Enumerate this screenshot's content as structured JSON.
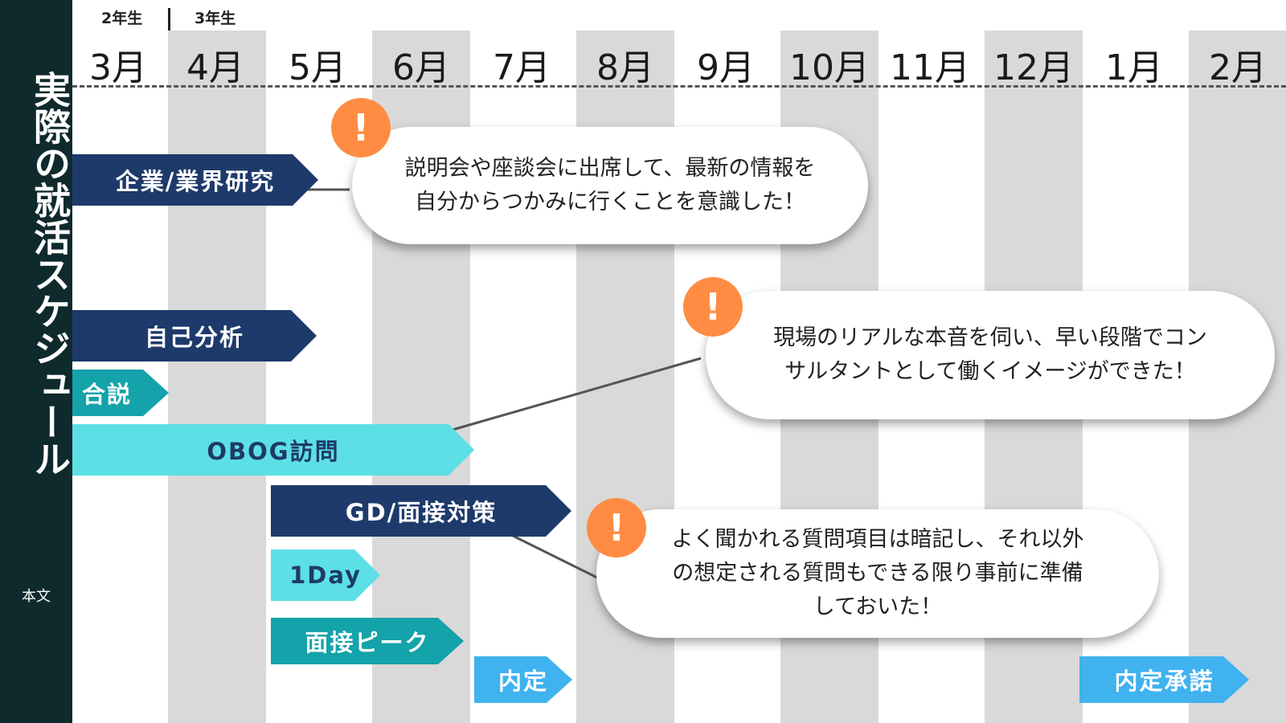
{
  "sidebar": {
    "title": "実際の就活スケジュール",
    "subtitle": "本文"
  },
  "grades": {
    "prev": "2年生",
    "next": "3年生"
  },
  "months": [
    "3月",
    "4月",
    "5月",
    "6月",
    "7月",
    "8月",
    "9月",
    "10月",
    "11月",
    "12月",
    "1月",
    "2月"
  ],
  "bars": {
    "research": "企業/業界研究",
    "self_analysis": "自己分析",
    "joint_briefing": "合説",
    "obog": "OBOG訪問",
    "gd_interview": "GD/面接対策",
    "oneday": "1Day",
    "interview_peak": "面接ピーク",
    "offer": "内定",
    "offer_accept": "内定承諾"
  },
  "callouts": [
    {
      "icon": "!",
      "lines": [
        "説明会や座談会に出席して、最新の情報を",
        "自分からつかみに行くことを意識した！"
      ]
    },
    {
      "icon": "!",
      "lines": [
        "現場のリアルな本音を伺い、早い段階でコン",
        "サルタントとして働くイメージができた！"
      ]
    },
    {
      "icon": "!",
      "lines": [
        "よく聞かれる質問項目は暗記し、それ以外",
        "の想定される質問もできる限り事前に準備",
        "しておいた！"
      ]
    }
  ],
  "colors": {
    "sidebar": "#0f2a2c",
    "stripe": "#d9d9d9",
    "navy": "#1e3a6b",
    "teal": "#14a3aa",
    "cyan": "#5ddfe6",
    "sky": "#3fb2ef",
    "alert": "#ff8c42"
  }
}
